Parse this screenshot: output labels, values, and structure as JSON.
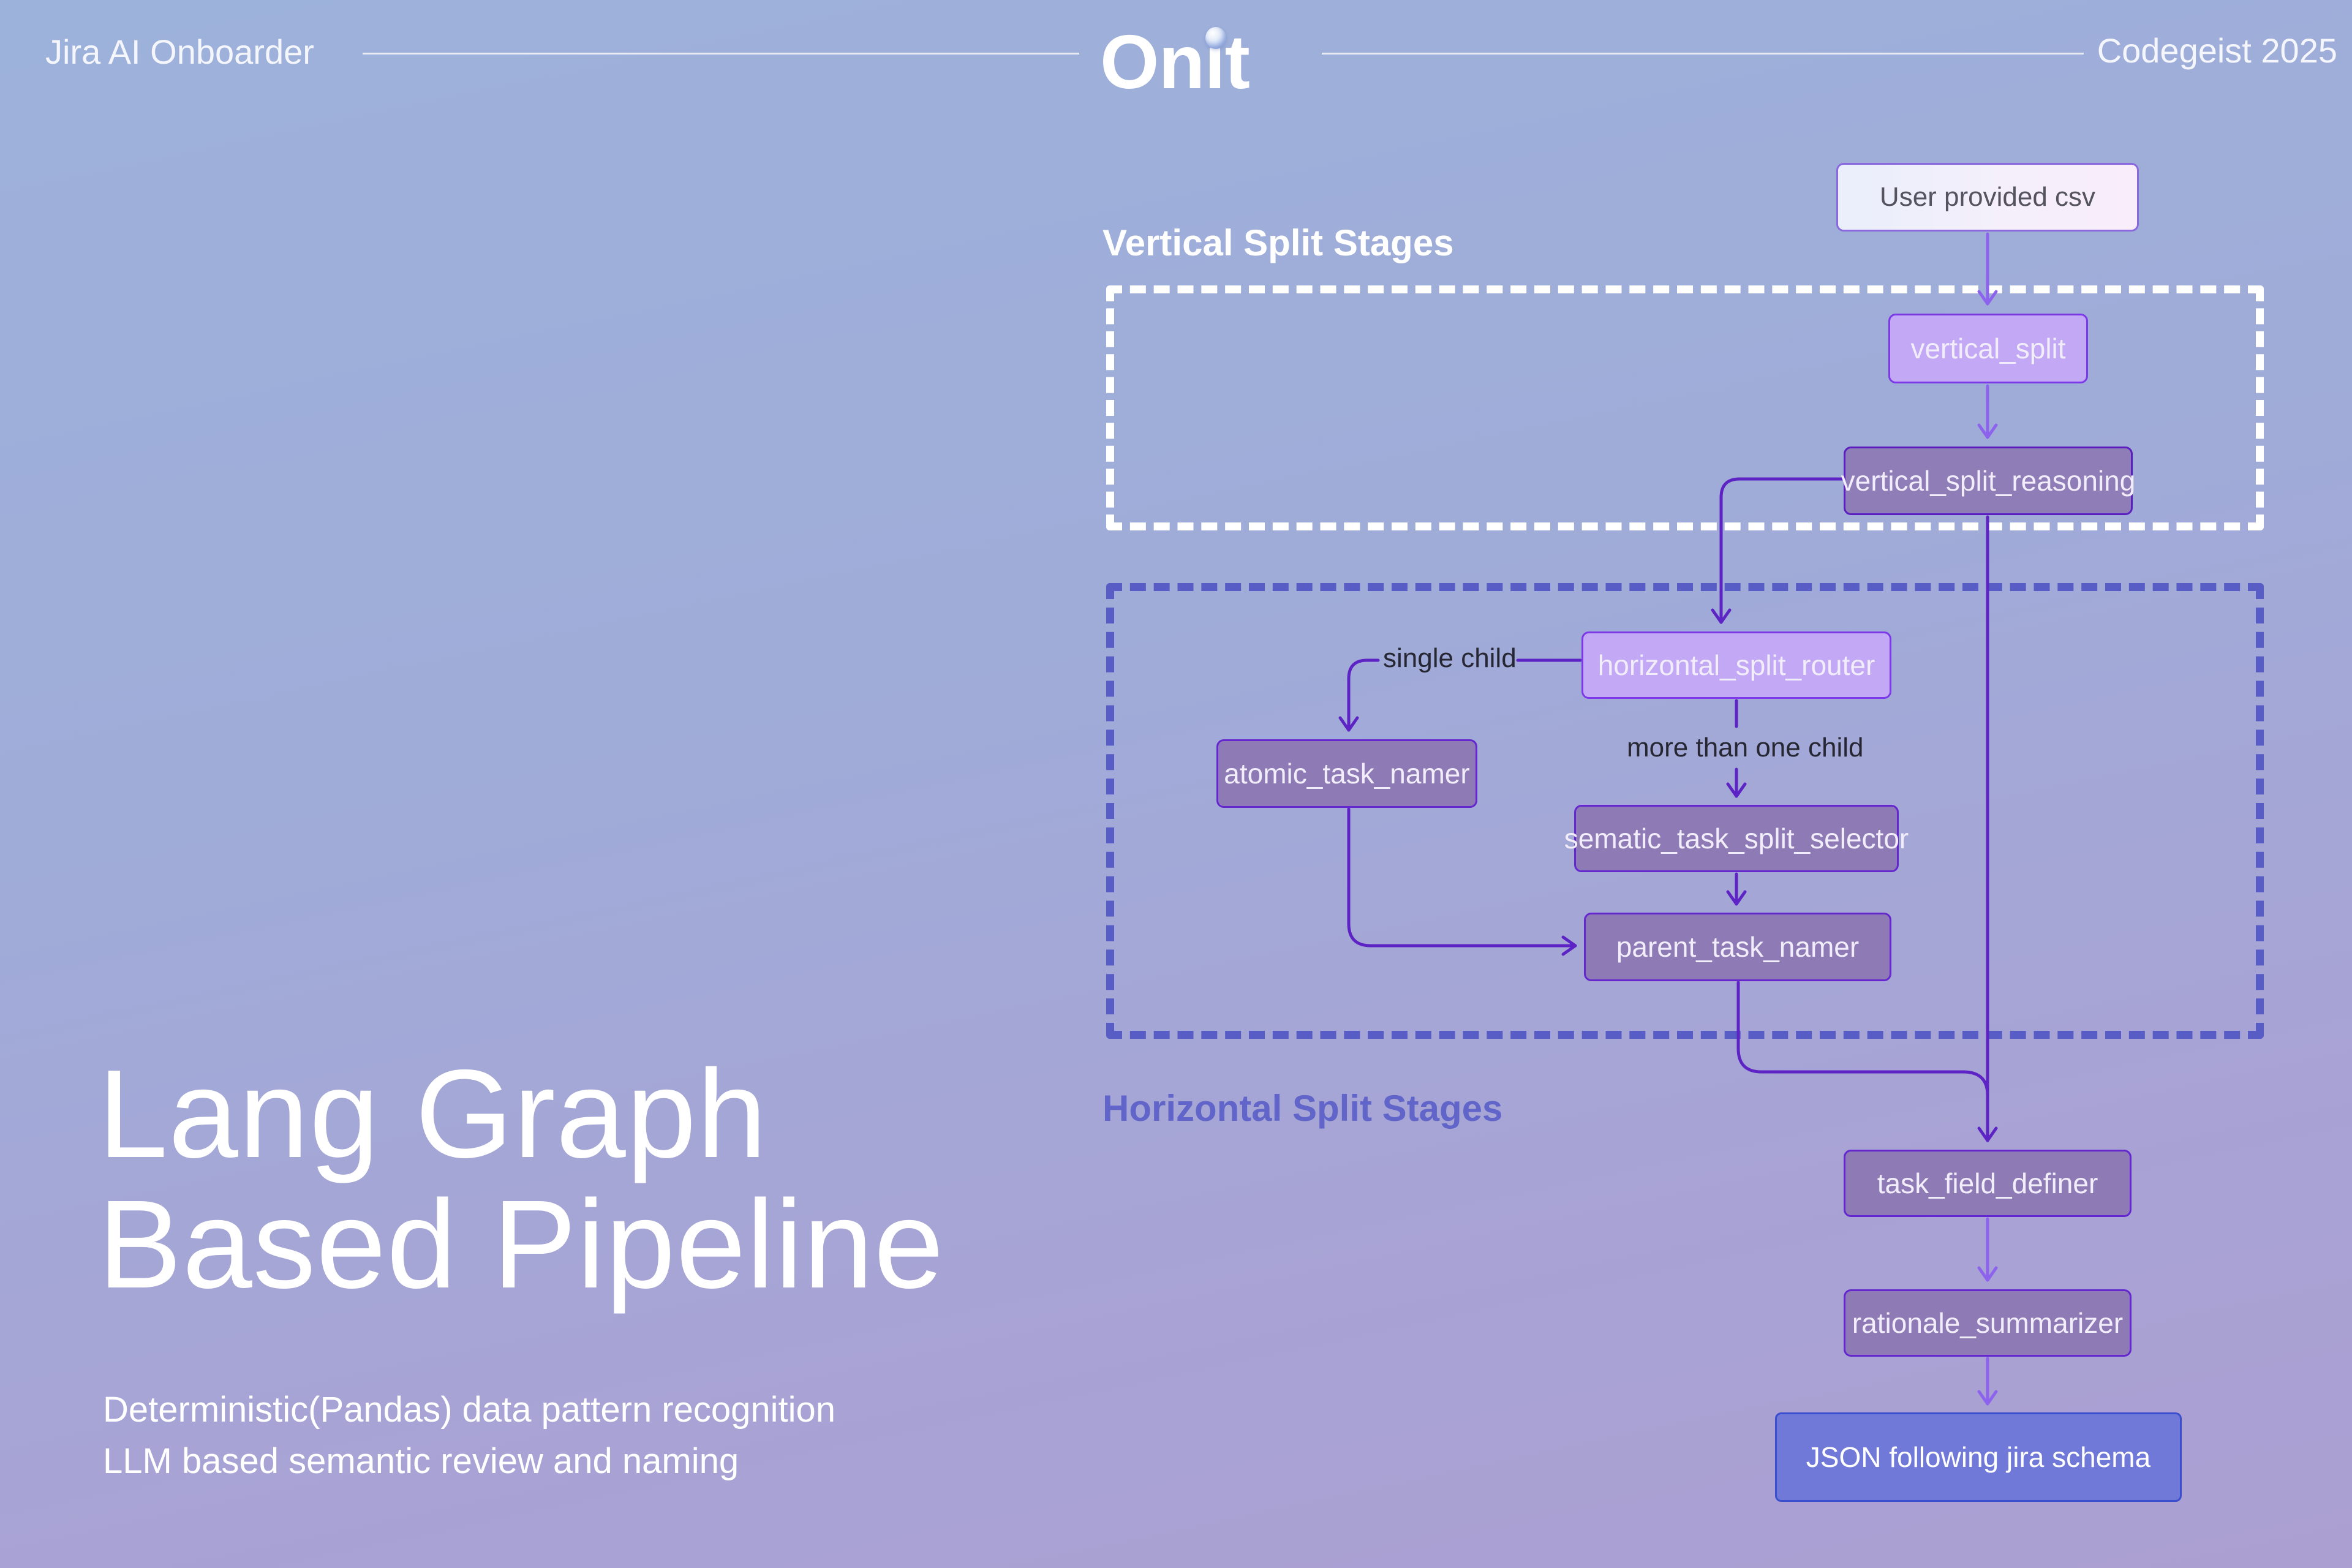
{
  "header": {
    "left_title": "Jira AI Onboarder",
    "brand": {
      "text": "Onit",
      "part1": "On",
      "part2": "ı",
      "part3": "t"
    },
    "right_title": "Codegeist 2025"
  },
  "hero": {
    "title_line1": "Lang Graph",
    "title_line2": "Based Pipeline",
    "subtitle_line1": "Deterministic(Pandas) data pattern recognition",
    "subtitle_line2": "LLM based semantic review and naming"
  },
  "diagram": {
    "groups": {
      "vertical": {
        "label": "Vertical Split Stages"
      },
      "horizontal": {
        "label": "Horizontal Split Stages"
      }
    },
    "nodes": {
      "csv": {
        "label": "User provided csv"
      },
      "vertical_split": {
        "label": "vertical_split"
      },
      "vertical_split_reasoning": {
        "label": "vertical_split_reasoning"
      },
      "horizontal_split_router": {
        "label": "horizontal_split_router"
      },
      "atomic_task_namer": {
        "label": "atomic_task_namer"
      },
      "sematic_task_split_selector": {
        "label": "sematic_task_split_selector"
      },
      "parent_task_namer": {
        "label": "parent_task_namer"
      },
      "task_field_definer": {
        "label": "task_field_definer"
      },
      "rationale_summarizer": {
        "label": "rationale_summarizer"
      },
      "json_output": {
        "label": "JSON following jira schema"
      }
    },
    "edge_labels": {
      "single_child": "single child",
      "more_than_one_child": "more than one child"
    }
  },
  "colors": {
    "background_top": "#9db2db",
    "background_bottom": "#ab9fd2",
    "node_light_purple": "#c2a8f5",
    "node_light_border": "#7b39e8",
    "node_muted_purple": "#8e7bb5",
    "node_muted_border": "#6427cf",
    "node_csv_border": "#8a68dd",
    "json_node_fill": "#7079d8",
    "json_node_border": "#3b4ecd",
    "arrow_light": "#8d63ee",
    "arrow_dark": "#5e23c4",
    "group_dash_white": "#ffffff",
    "group_dash_indigo": "#585dc6",
    "horizontal_label_color": "#6165c9",
    "edge_label_color": "#262733",
    "text_white": "#ffffff"
  }
}
